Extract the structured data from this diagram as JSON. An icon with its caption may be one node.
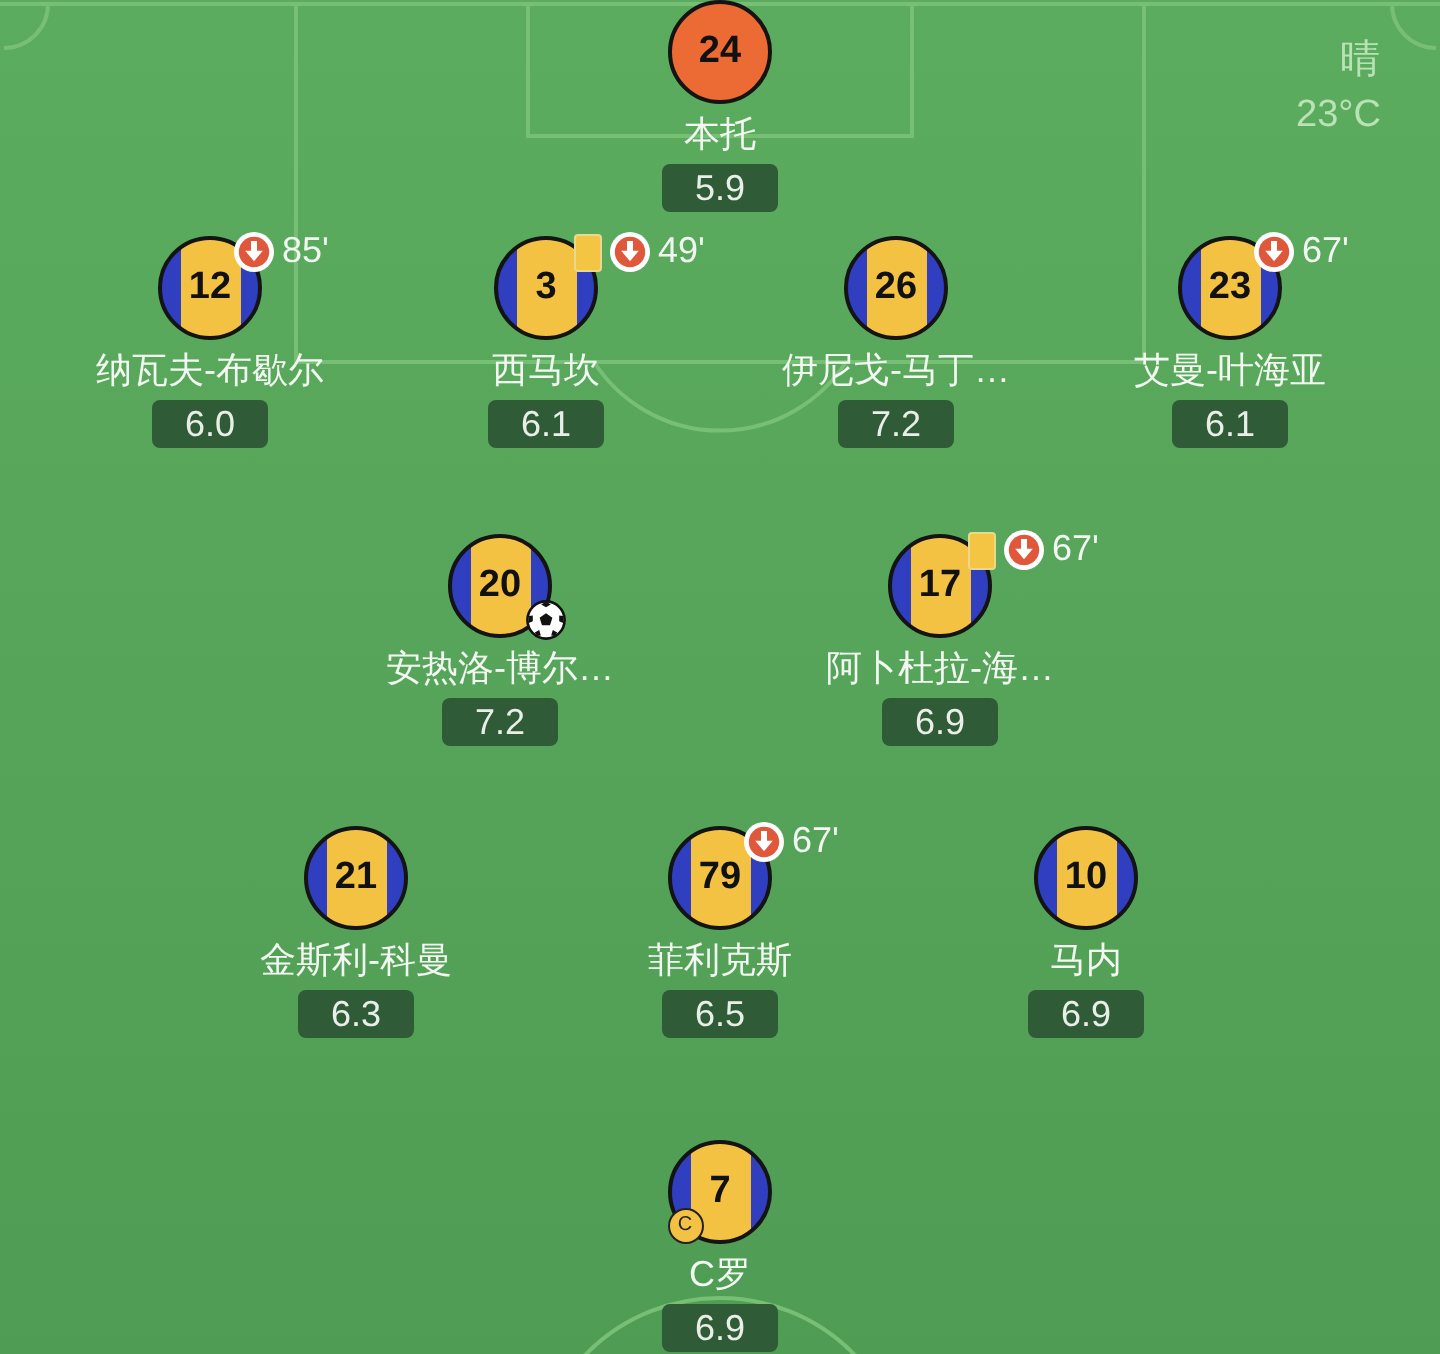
{
  "diagram": {
    "nodes": [
      {
        "text": [
          "24"
        ],
        "beside": [
          "本托",
          "5.9"
        ]
      },
      {
        "text": [
          "12"
        ],
        "beside": [
          "85'",
          "纳瓦夫-布歇尔",
          "6.0"
        ]
      },
      {
        "text": [
          "3"
        ],
        "beside": [
          "49'",
          "西马坎",
          "6.1"
        ]
      },
      {
        "text": [
          "26"
        ],
        "beside": [
          "伊尼戈-马丁…",
          "7.2"
        ]
      },
      {
        "text": [
          "23"
        ],
        "beside": [
          "67'",
          "艾曼-叶海亚",
          "6.1"
        ]
      },
      {
        "text": [
          "20"
        ],
        "beside": [
          "安热洛-博尔…",
          "7.2"
        ]
      },
      {
        "text": [
          "17"
        ],
        "beside": [
          "67'",
          "阿卜杜拉-海…",
          "6.9"
        ]
      },
      {
        "text": [
          "21"
        ],
        "beside": [
          "金斯利-科曼",
          "6.3"
        ]
      },
      {
        "text": [
          "79"
        ],
        "beside": [
          "67'",
          "菲利克斯",
          "6.5"
        ]
      },
      {
        "text": [
          "10"
        ],
        "beside": [
          "马内",
          "6.9"
        ]
      },
      {
        "text": [
          "7",
          "C"
        ],
        "beside": [
          "C罗",
          "6.9"
        ]
      }
    ],
    "labels": [
      "晴",
      "23°C"
    ]
  }
}
